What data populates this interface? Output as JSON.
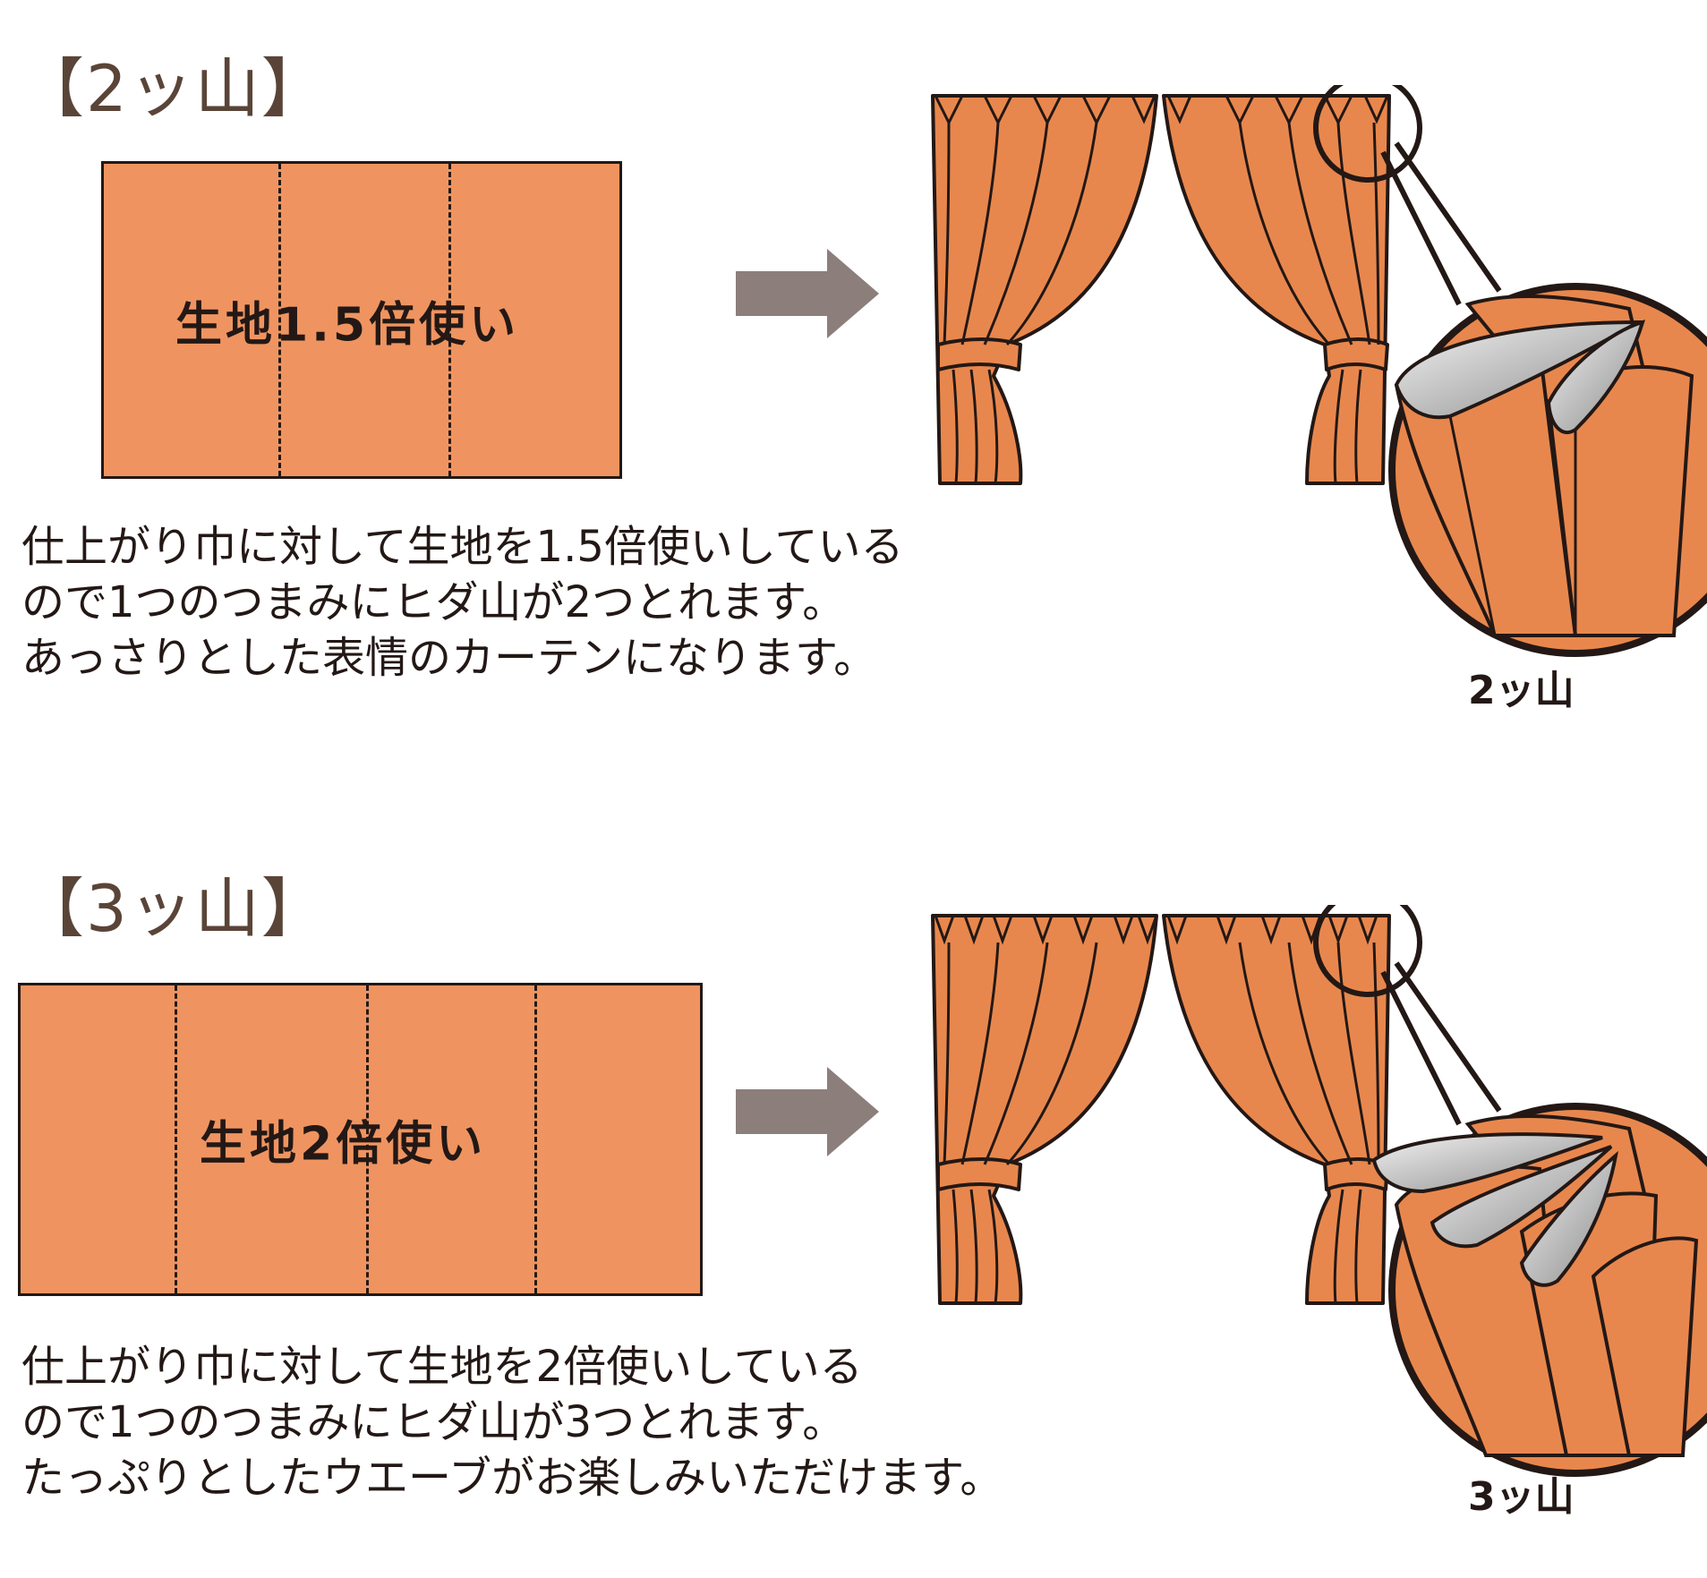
{
  "sections": [
    {
      "heading": "【2ッ山】",
      "fabric_label": "生地1.5倍使い",
      "description_lines": [
        "仕上がり巾に対して生地を1.5倍使いしている",
        "ので1つのつまみにヒダ山が2つとれます。",
        "あっさりとした表情のカーテンになります。"
      ],
      "zoom_caption": "2ッ山"
    },
    {
      "heading": "【3ッ山】",
      "fabric_label": "生地2倍使い",
      "description_lines": [
        "仕上がり巾に対して生地を2倍使いしている",
        "ので1つのつまみにヒダ山が3つとれます。",
        "たっぷりとしたウエーブがお楽しみいただけます。"
      ],
      "zoom_caption": "3ッ山"
    }
  ],
  "colors": {
    "fabric": "#ef9460",
    "curtain": "#e8874d",
    "outline": "#231815",
    "arrow": "#8c7e7b",
    "heading": "#5a4438"
  }
}
